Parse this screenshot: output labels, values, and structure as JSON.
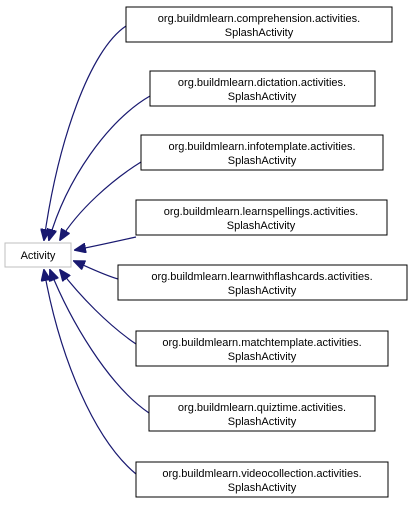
{
  "base_node": {
    "label": "Activity"
  },
  "derived_nodes": [
    {
      "line1": "org.buildmlearn.comprehension.activities.",
      "line2": "SplashActivity"
    },
    {
      "line1": "org.buildmlearn.dictation.activities.",
      "line2": "SplashActivity"
    },
    {
      "line1": "org.buildmlearn.infotemplate.activities.",
      "line2": "SplashActivity"
    },
    {
      "line1": "org.buildmlearn.learnspellings.activities.",
      "line2": "SplashActivity"
    },
    {
      "line1": "org.buildmlearn.learnwithflashcards.activities.",
      "line2": "SplashActivity"
    },
    {
      "line1": "org.buildmlearn.matchtemplate.activities.",
      "line2": "SplashActivity"
    },
    {
      "line1": "org.buildmlearn.quiztime.activities.",
      "line2": "SplashActivity"
    },
    {
      "line1": "org.buildmlearn.videocollection.activities.",
      "line2": "SplashActivity"
    }
  ],
  "colors": {
    "edge": "#191970",
    "base_border": "#bfbfbf",
    "node_border": "#000000"
  }
}
